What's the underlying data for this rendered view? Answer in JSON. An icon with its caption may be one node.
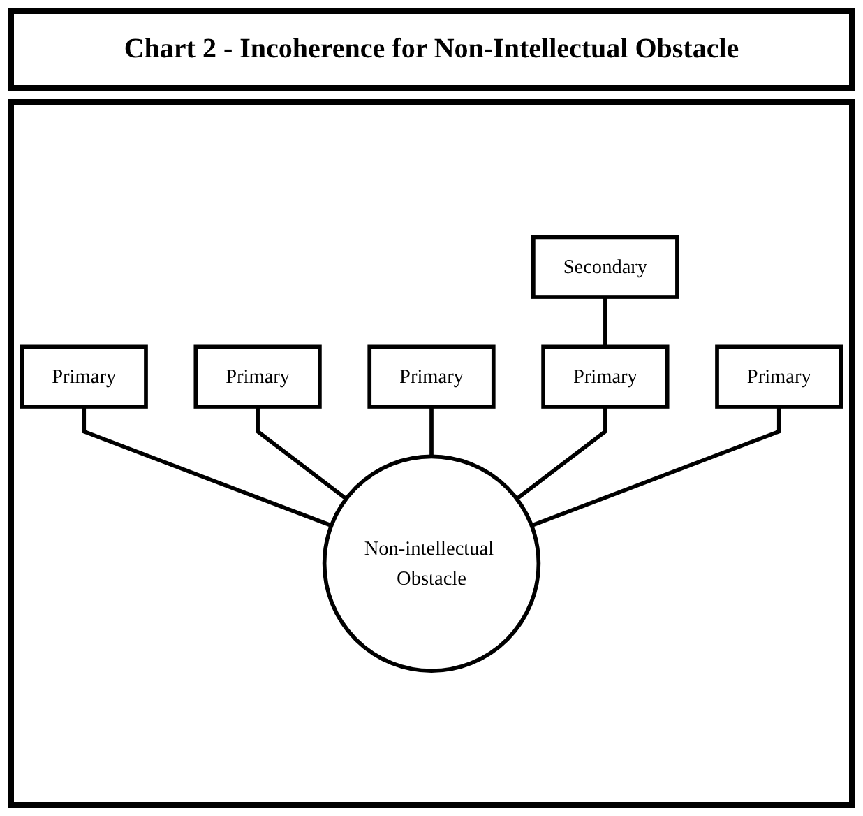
{
  "diagram": {
    "title": "Chart 2 - Incoherence for Non-Intellectual Obstacle",
    "nodes": [
      {
        "text": [
          "Secondary"
        ]
      },
      {
        "text": [
          "Primary"
        ]
      },
      {
        "text": [
          "Primary"
        ]
      },
      {
        "text": [
          "Primary"
        ]
      },
      {
        "text": [
          "Primary"
        ]
      },
      {
        "text": [
          "Primary"
        ]
      },
      {
        "text": [
          "Non-intellectual Obstacle"
        ]
      }
    ],
    "edges": [
      {
        "from": 0,
        "to": 4,
        "arrow": "none"
      },
      {
        "from": 1,
        "to": 6,
        "arrow": "none"
      },
      {
        "from": 2,
        "to": 6,
        "arrow": "none"
      },
      {
        "from": 3,
        "to": 6,
        "arrow": "none"
      },
      {
        "from": 4,
        "to": 6,
        "arrow": "none"
      },
      {
        "from": 5,
        "to": 6,
        "arrow": "none"
      }
    ]
  }
}
